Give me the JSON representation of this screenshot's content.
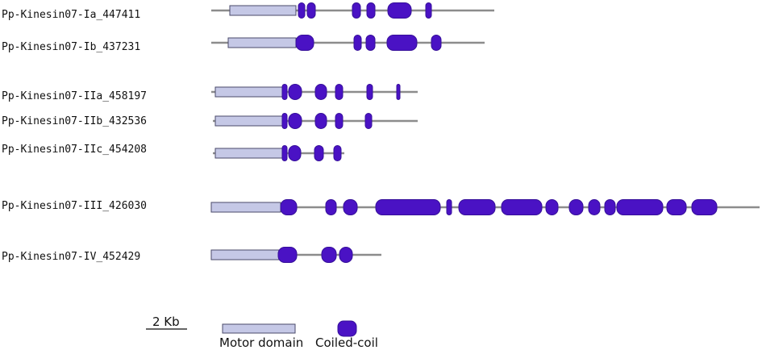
{
  "colors": {
    "backbone": "#8c8c8c",
    "motor_fill": "#c5c8e6",
    "motor_stroke": "#4a4a6a",
    "coil_fill": "#4a12c4",
    "coil_stroke": "#36109a"
  },
  "proteins": [
    {
      "name": "Pp-Kinesin07-Ia_447411"
    },
    {
      "name": "Pp-Kinesin07-Ib_437231"
    },
    {
      "name": "Pp-Kinesin07-IIa_458197"
    },
    {
      "name": "Pp-Kinesin07-IIb_432536"
    },
    {
      "name": "Pp-Kinesin07-IIc_454208"
    },
    {
      "name": "Pp-Kinesin07-III_426030"
    },
    {
      "name": "Pp-Kinesin07-IV_452429"
    }
  ],
  "legend": {
    "scale_label": "2 Kb",
    "motor_label": "Motor domain",
    "coil_label": "Coiled-coil"
  }
}
